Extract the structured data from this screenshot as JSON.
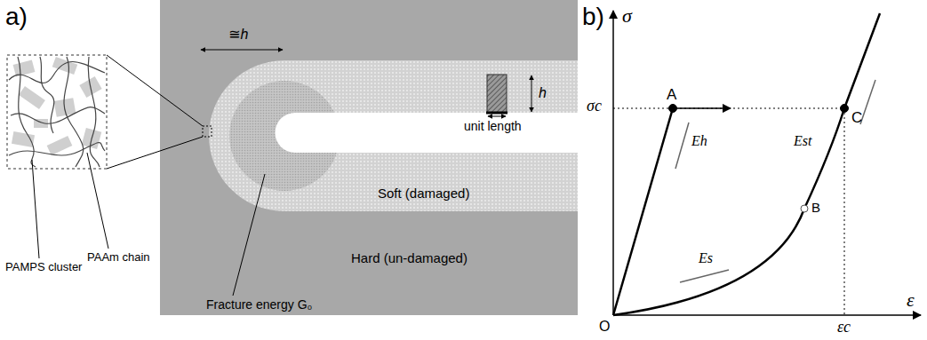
{
  "diagram": {
    "nodes": [
      {
        "text": [
          "Hard (un-damaged)"
        ]
      },
      {
        "text": [
          "Soft (damaged)"
        ],
        "in": 0
      }
    ],
    "labels": [
      "a)",
      "b)",
      "PAMPS cluster",
      "PAAm chain",
      "≅h",
      "h",
      "unit length",
      "Fracture energy G₀",
      "σ",
      "σc",
      "A",
      "C",
      "B",
      "O",
      "Eh",
      "Es",
      "Est",
      "ε",
      "εc"
    ]
  }
}
